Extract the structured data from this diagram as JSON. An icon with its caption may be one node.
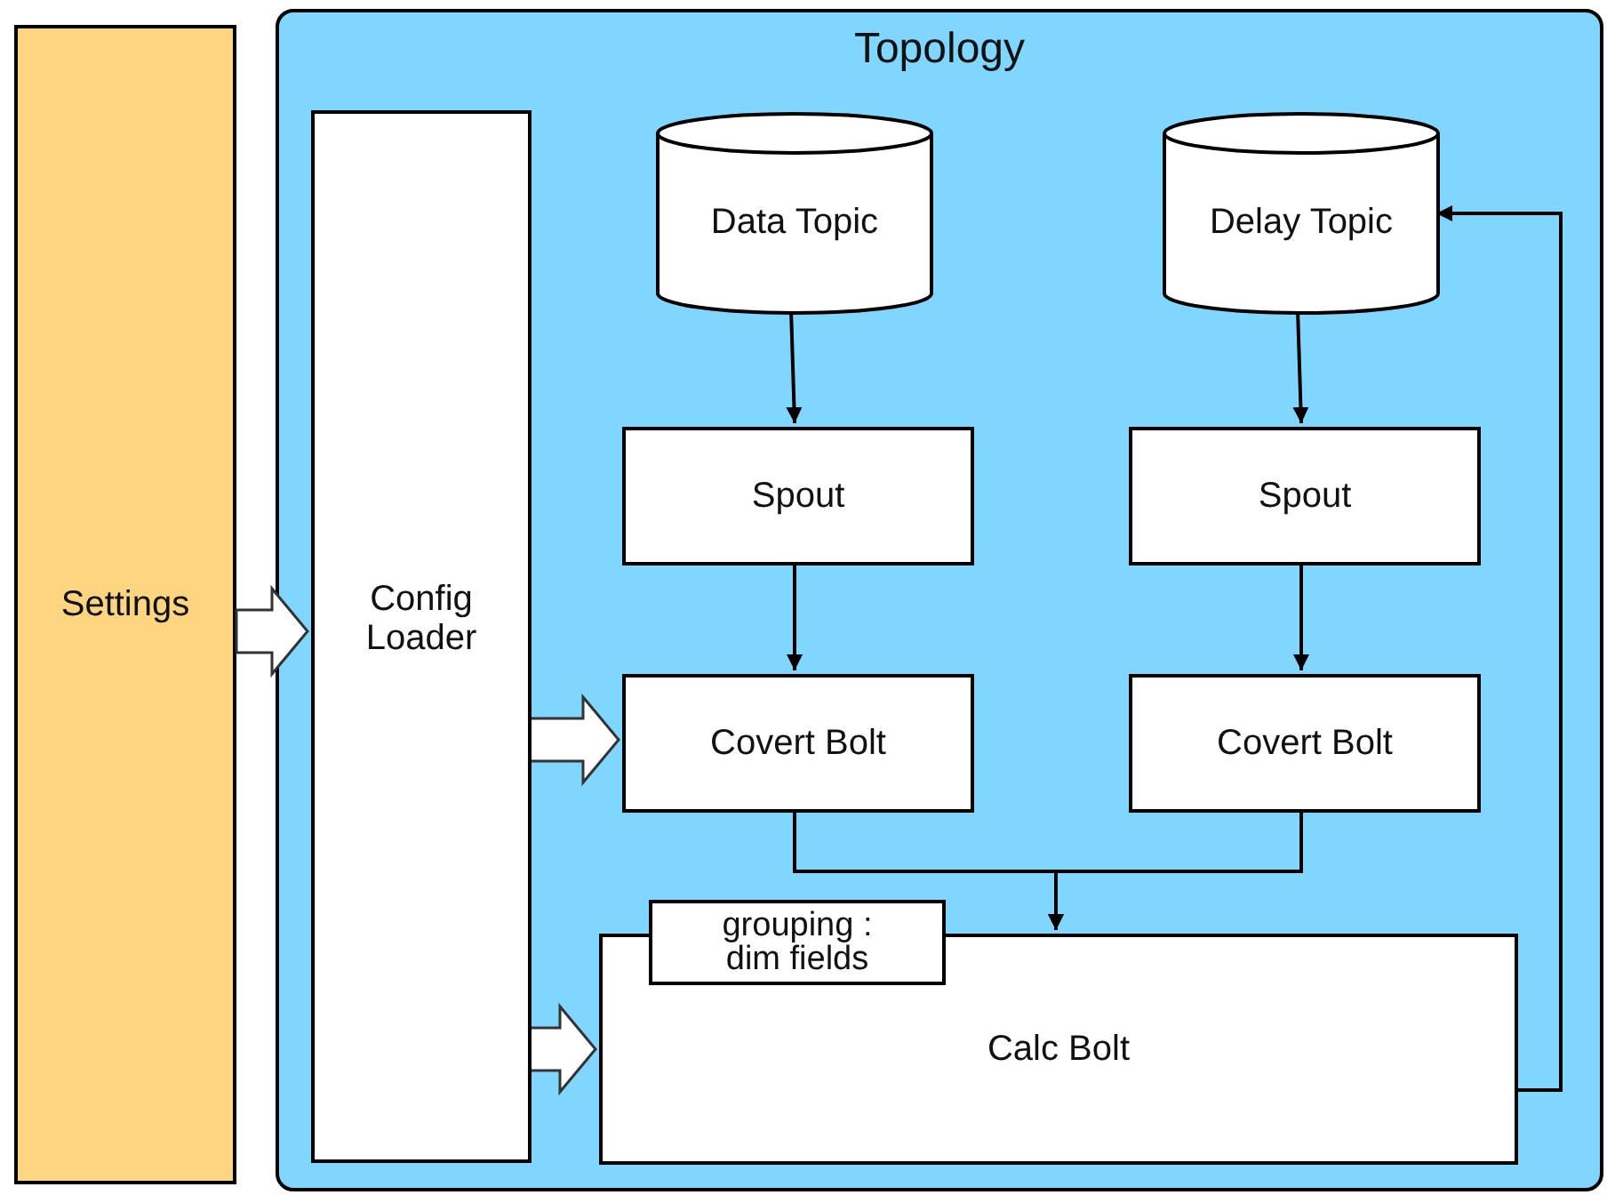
{
  "diagram": {
    "nodes": [
      {
        "text": [
          "Settings"
        ]
      },
      {
        "text": [
          "Topology"
        ]
      },
      {
        "text": [
          "Config Loader"
        ],
        "in": 1
      },
      {
        "text": [
          "Data Topic"
        ],
        "in": 1
      },
      {
        "text": [
          "Delay Topic"
        ],
        "in": 1
      },
      {
        "text": [
          "Spout"
        ],
        "in": 1
      },
      {
        "text": [
          "Spout"
        ],
        "in": 1
      },
      {
        "text": [
          "Covert Bolt"
        ],
        "in": 1
      },
      {
        "text": [
          "Covert Bolt"
        ],
        "in": 1
      },
      {
        "text": [
          "Calc Bolt"
        ],
        "in": 1
      },
      {
        "text": [
          "grouping : dim fields"
        ],
        "in": 1
      }
    ],
    "edges": [
      {
        "from": 0,
        "to": 2,
        "arrow": "to",
        "style": "thick"
      },
      {
        "from": 3,
        "to": 5,
        "arrow": "to"
      },
      {
        "from": 4,
        "to": 6,
        "arrow": "to"
      },
      {
        "from": 5,
        "to": 7,
        "arrow": "to"
      },
      {
        "from": 6,
        "to": 8,
        "arrow": "to"
      },
      {
        "from": 2,
        "to": 7,
        "arrow": "to",
        "style": "thick"
      },
      {
        "from": 7,
        "to": 9,
        "arrow": "to"
      },
      {
        "from": 8,
        "to": 9,
        "arrow": "to"
      },
      {
        "from": 2,
        "to": 9,
        "arrow": "to",
        "style": "thick"
      },
      {
        "from": 9,
        "to": 4,
        "arrow": "to"
      }
    ]
  }
}
